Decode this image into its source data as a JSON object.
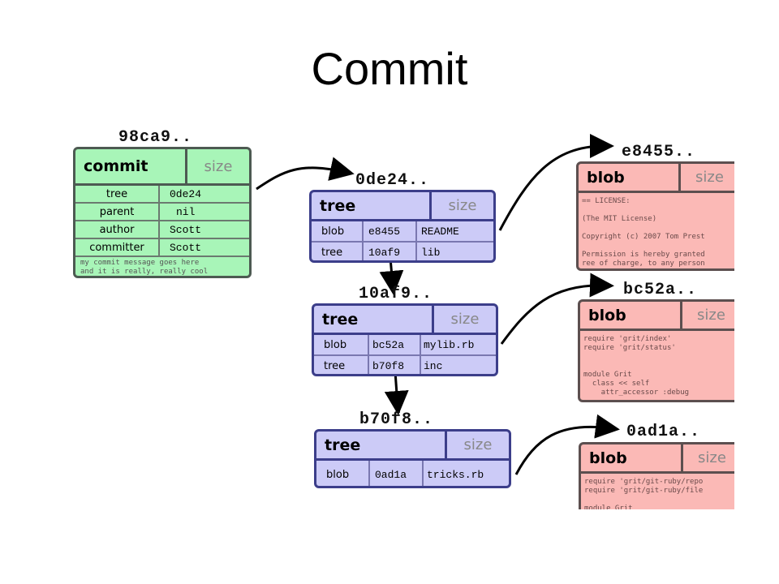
{
  "title": "Commit",
  "commit": {
    "hash": "98ca9..",
    "type": "commit",
    "size_label": "size",
    "fields": [
      {
        "key": "tree",
        "value": "0de24"
      },
      {
        "key": "parent",
        "value": "nil"
      },
      {
        "key": "author",
        "value": "Scott"
      },
      {
        "key": "committer",
        "value": "Scott"
      }
    ],
    "message": [
      "my commit message goes here",
      "and it is really, really cool"
    ]
  },
  "trees": [
    {
      "hash": "0de24..",
      "type": "tree",
      "size_label": "size",
      "entries": [
        {
          "type": "blob",
          "sha": "e8455",
          "name": "README"
        },
        {
          "type": "tree",
          "sha": "10af9",
          "name": "lib"
        }
      ]
    },
    {
      "hash": "10af9..",
      "type": "tree",
      "size_label": "size",
      "entries": [
        {
          "type": "blob",
          "sha": "bc52a",
          "name": "mylib.rb"
        },
        {
          "type": "tree",
          "sha": "b70f8",
          "name": "inc"
        }
      ]
    },
    {
      "hash": "b70f8..",
      "type": "tree",
      "size_label": "size",
      "entries": [
        {
          "type": "blob",
          "sha": "0ad1a",
          "name": "tricks.rb"
        }
      ]
    }
  ],
  "blobs": [
    {
      "hash": "e8455..",
      "type": "blob",
      "size_label": "size",
      "content": "== LICENSE:\n\n(The MIT License)\n\nCopyright (c) 2007 Tom Prest\n\nPermission is hereby granted\nree of charge, to any person"
    },
    {
      "hash": "bc52a..",
      "type": "blob",
      "size_label": "size",
      "content": "require 'grit/index'\nrequire 'grit/status'\n\n\nmodule Grit\n  class << self\n    attr_accessor :debug"
    },
    {
      "hash": "0ad1a..",
      "type": "blob",
      "size_label": "size",
      "content": "require 'grit/git-ruby/repo\nrequire 'grit/git-ruby/file\n\nmodule Grit"
    }
  ]
}
